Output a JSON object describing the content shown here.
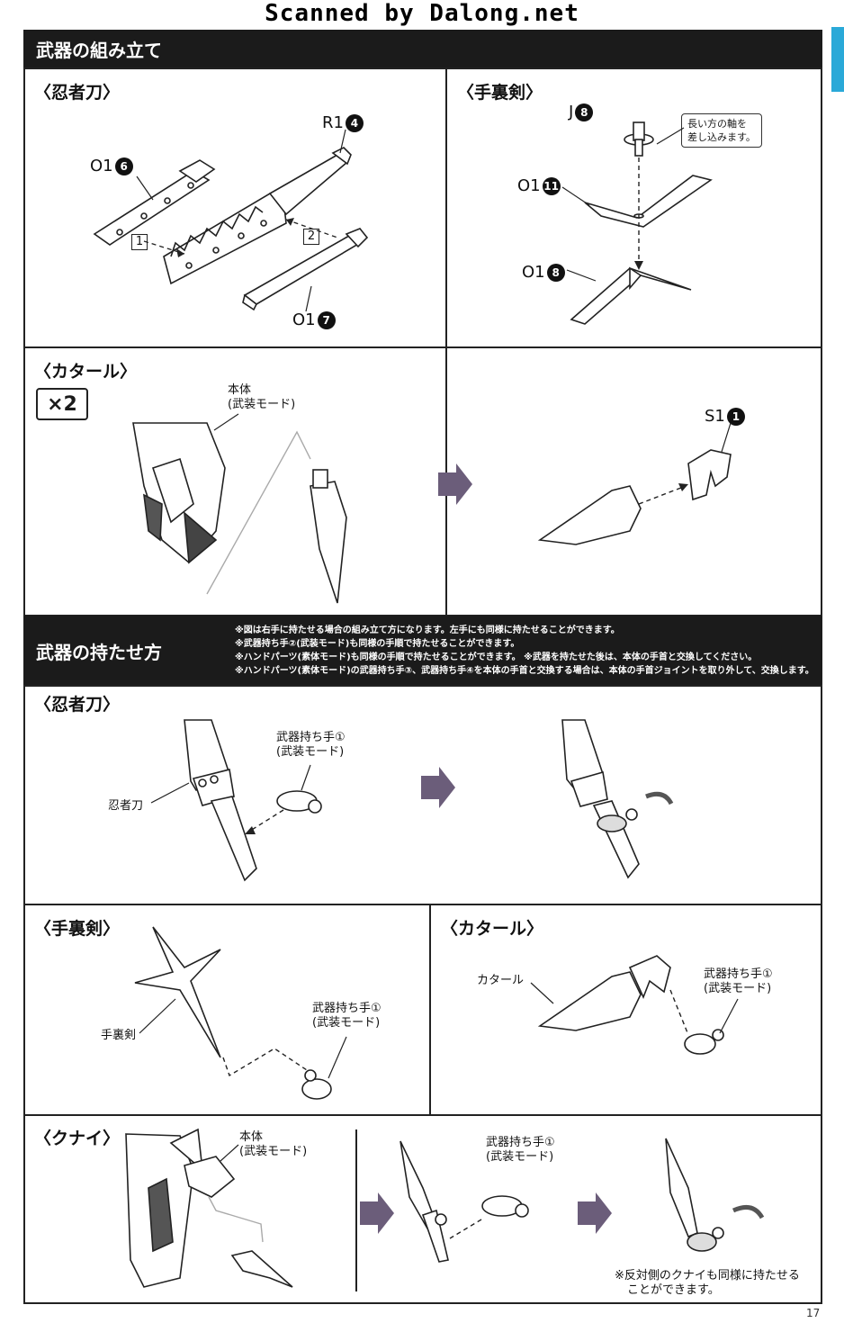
{
  "scan_credit": "Scanned by Dalong.net",
  "section_assembly": {
    "title": "武器の組み立て"
  },
  "ninja_sword_panel": {
    "title": "〈忍者刀〉",
    "part_o16": {
      "code": "O1",
      "num": "6"
    },
    "part_r14": {
      "code": "R1",
      "num": "4"
    },
    "part_o17": {
      "code": "O1",
      "num": "7"
    },
    "step1": "1",
    "step2": "2"
  },
  "shuriken_panel": {
    "title": "〈手裏剣〉",
    "part_j8": {
      "code": "J",
      "num": "8"
    },
    "part_o111": {
      "code": "O1",
      "num": "11"
    },
    "part_o18": {
      "code": "O1",
      "num": "8"
    },
    "note": [
      "長い方の軸を",
      "差し込みます。"
    ]
  },
  "katar_panel": {
    "title": "〈カタール〉",
    "multiplier": "×2",
    "body_label": [
      "本体",
      "(武装モード)"
    ],
    "part_s11": {
      "code": "S1",
      "num": "1"
    }
  },
  "section_hold": {
    "title": "武器の持たせ方",
    "notes": [
      "※図は右手に持たせる場合の組み立て方になります。左手にも同様に持たせることができます。",
      "※武器持ち手②(武装モード)も同様の手順で持たせることができます。",
      "※ハンドパーツ(素体モード)も同様の手順で持たせることができます。 ※武器を持たせた後は、本体の手首と交換してください。",
      "※ハンドパーツ(素体モード)の武器持ち手③、武器持ち手④を本体の手首と交換する場合は、本体の手首ジョイントを取り外して、交換します。"
    ]
  },
  "hold_ninja_panel": {
    "title": "〈忍者刀〉",
    "hand_label": [
      "武器持ち手①",
      "(武装モード)"
    ],
    "weapon_label": "忍者刀"
  },
  "hold_shuriken_panel": {
    "title": "〈手裏剣〉",
    "hand_label": [
      "武器持ち手①",
      "(武装モード)"
    ],
    "weapon_label": "手裏剣"
  },
  "hold_katar_panel": {
    "title": "〈カタール〉",
    "hand_label": [
      "武器持ち手①",
      "(武装モード)"
    ],
    "weapon_label": "カタール"
  },
  "hold_kunai_panel": {
    "title": "〈クナイ〉",
    "body_label": [
      "本体",
      "(武装モード)"
    ],
    "hand_label": [
      "武器持ち手①",
      "(武装モード)"
    ],
    "footnote": [
      "※反対側のクナイも同様に持たせる",
      "ことができます。"
    ]
  },
  "page_number": "17",
  "colors": {
    "bar": "#1b1b1b",
    "accent_tab": "#2aa9d8",
    "arrow": "#6b5d7a"
  },
  "icons": [
    "step-arrow-icon",
    "rotate-arrow-icon",
    "number-badge-icon"
  ]
}
